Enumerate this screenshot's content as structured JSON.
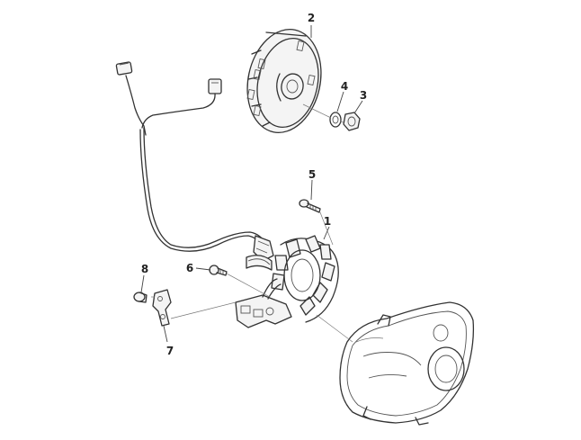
{
  "callouts": [
    {
      "id": "stator",
      "label": "1"
    },
    {
      "id": "flywheel",
      "label": "2"
    },
    {
      "id": "nut",
      "label": "3"
    },
    {
      "id": "washer",
      "label": "4"
    },
    {
      "id": "stator-bolt",
      "label": "5"
    },
    {
      "id": "clamp-bolt",
      "label": "6"
    },
    {
      "id": "bracket",
      "label": "7"
    },
    {
      "id": "bracket-bolt",
      "label": "8"
    }
  ]
}
